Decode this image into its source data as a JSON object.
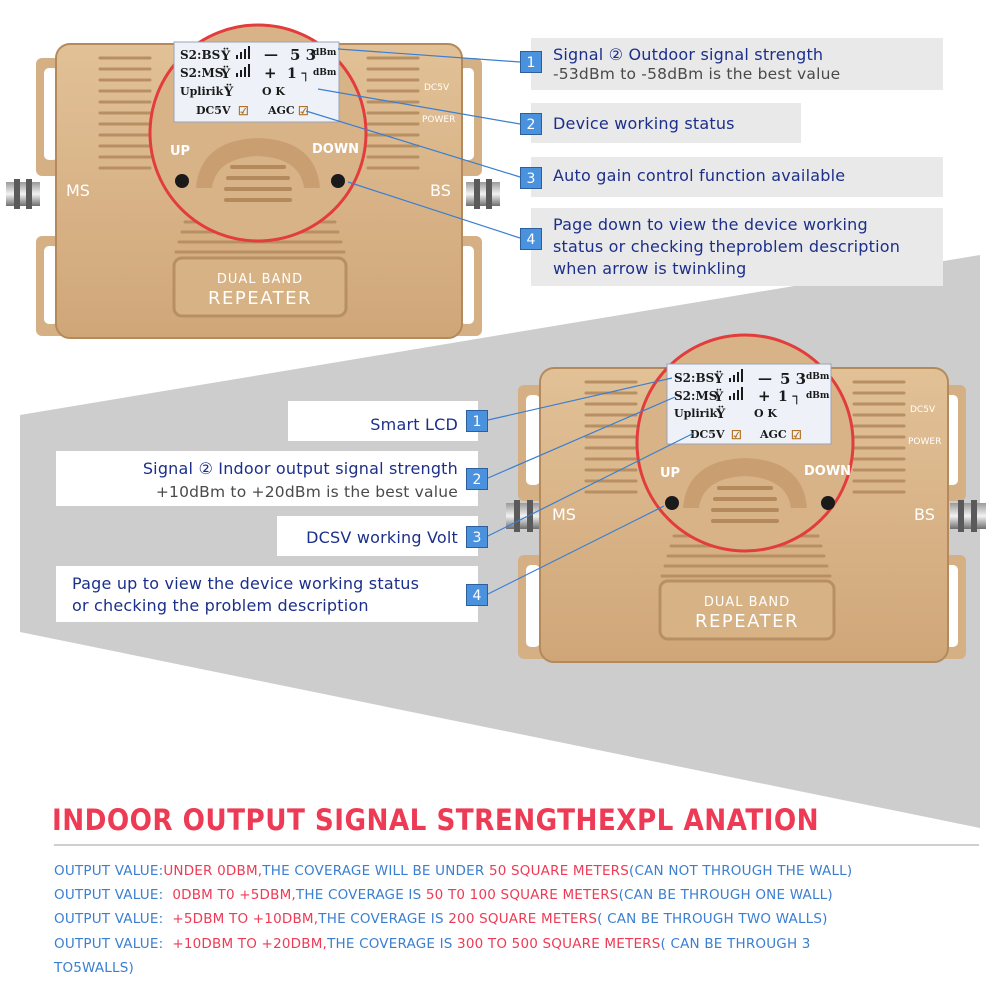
{
  "device_top": {
    "lcd": {
      "row1_label": "S2:BS",
      "row1_sign": "—",
      "row1_value": "5 3",
      "row1_unit": "dBm",
      "row2_label": "S2:MS",
      "row2_sign": "+",
      "row2_value": "1 ┐",
      "row2_unit": "dBm",
      "row3_label": "Uplirik",
      "row3_status": "O  K",
      "row4_dc": "DC5V",
      "row4_agc": "AGC"
    },
    "btn_up": "UP",
    "btn_down": "DOWN",
    "port_ms": "MS",
    "port_bs": "BS",
    "side_dc5v": "DC5V",
    "side_power": "POWER",
    "badge_line1": "DUAL BAND",
    "badge_line2": "REPEATER"
  },
  "device_bottom": {
    "lcd": {
      "row1_label": "S2:BS",
      "row1_sign": "—",
      "row1_value": "5 3",
      "row1_unit": "dBm",
      "row2_label": "S2:MS",
      "row2_sign": "+",
      "row2_value": "1 ┐",
      "row2_unit": "dBm",
      "row3_label": "Uplirik",
      "row3_status": "O  K",
      "row4_dc": "DC5V",
      "row4_agc": "AGC"
    },
    "btn_up": "UP",
    "btn_down": "DOWN",
    "port_ms": "MS",
    "port_bs": "BS",
    "side_dc5v": "DC5V",
    "side_power": "POWER",
    "badge_line1": "DUAL BAND",
    "badge_line2": "REPEATER"
  },
  "callouts_top": [
    {
      "num": "1",
      "line1": "Signal ② Outdoor signal strength",
      "line2": "-53dBm to -58dBm is the best value"
    },
    {
      "num": "2",
      "line1": "Device working status"
    },
    {
      "num": "3",
      "line1": "Auto gain control function available"
    },
    {
      "num": "4",
      "line1": "Page down to view the device working",
      "line2": "status or checking theproblem description",
      "line3": "when arrow is twinkling"
    }
  ],
  "callouts_bottom": [
    {
      "num": "1",
      "line1": "Smart LCD"
    },
    {
      "num": "2",
      "line1": "Signal ② Indoor output signal strength",
      "line2": "+10dBm to +20dBm is the best value"
    },
    {
      "num": "3",
      "line1": "DCSV working Volt"
    },
    {
      "num": "4",
      "line1": "Page up to view the device working status",
      "line2": "or checking the problem description"
    }
  ],
  "explanation": {
    "title": "INDOOR OUTPUT SIGNAL STRENGTHEXPL ANATION",
    "lines": [
      {
        "label": "OUTPUT VALUE:",
        "range": "UNDER 0DBM,",
        "mid": "THE COVERAGE WILL BE UNDER ",
        "area": "50 SQUARE METERS",
        "note": "(CAN NOT THROUGH THE WALL)"
      },
      {
        "label": "OUTPUT VALUE:  ",
        "range": "0DBM T0 +5DBM,",
        "mid": "THE COVERAGE IS ",
        "area": "50 T0 100 SQUARE METERS",
        "note": "(CAN BE THROUGH ONE WALL)"
      },
      {
        "label": "OUTPUT VALUE:  ",
        "range": "+5DBM TO +10DBM,",
        "mid": "THE COVERAGE IS ",
        "area": "200 SQUARE METERS",
        "note": "( CAN BE THROUGH TWO WALLS)"
      },
      {
        "label": "OUTPUT VALUE:  ",
        "range": "+10DBM TO +20DBM,",
        "mid": "THE COVERAGE IS ",
        "area": "300 TO 500 SQUARE METERS",
        "note": "( CAN BE THROUGH 3"
      },
      {
        "label": "",
        "range": "",
        "mid": "",
        "area": "",
        "note": "TO5WALLS)"
      }
    ]
  },
  "colors": {
    "device_gold": "#d9b58a",
    "device_shadow": "#b88f63",
    "lcd_bg": "#eef2f8",
    "highlight_red": "#e23c3c",
    "callout_text": "#1c2f8a",
    "number_blue": "#4a92dd",
    "title_red": "#ee3b55",
    "label_blue": "#3a7fd0"
  }
}
